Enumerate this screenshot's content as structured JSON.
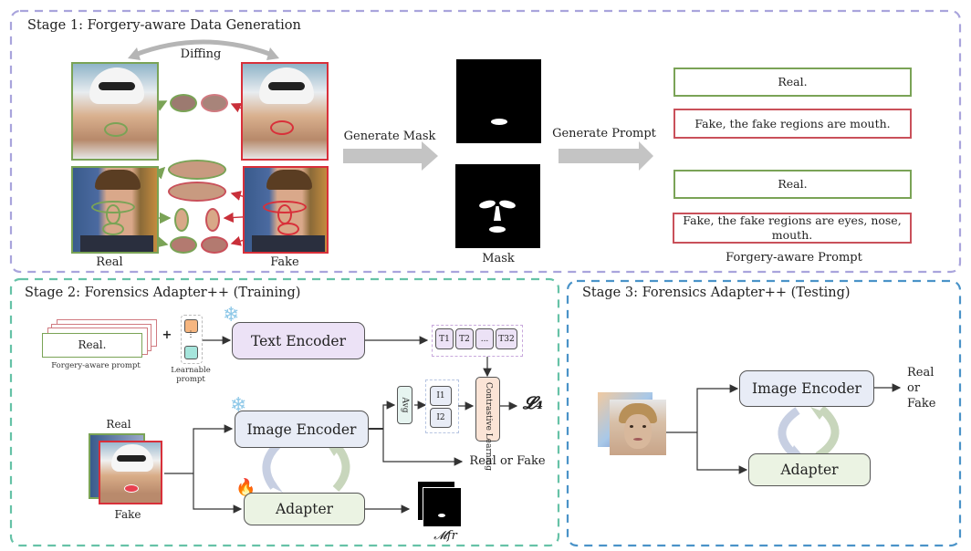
{
  "stage1": {
    "title": "Stage  1:  Forgery-aware  Data  Generation",
    "diffing_label": "Diffing",
    "real_label": "Real",
    "fake_label": "Fake",
    "generate_mask_label": "Generate  Mask",
    "mask_label": "Mask",
    "generate_prompt_label": "Generate  Prompt",
    "prompts": [
      {
        "text": "Real.",
        "type": "real"
      },
      {
        "text": "Fake,  the  fake  regions  are  mouth.",
        "type": "fake"
      },
      {
        "text": "Real.",
        "type": "real"
      },
      {
        "text": "Fake,  the  fake  regions  are  eyes,  nose,  mouth.",
        "type": "fake"
      }
    ],
    "prompt_caption": "Forgery-aware  Prompt"
  },
  "stage2": {
    "title": "Stage  2:  Forensics  Adapter++  (Training)",
    "prompt_card_text": "Real.",
    "prompt_card_caption": "Forgery-aware  prompt",
    "plus": "+",
    "learnable_caption_1": "Learnable",
    "learnable_caption_2": "prompt",
    "learnable_dots": "⋮",
    "text_encoder": "Text  Encoder",
    "tokens_t": [
      "T1",
      "T2",
      "...",
      "T32"
    ],
    "tokens_i": [
      "I1",
      "I2"
    ],
    "avg_label": "Avg",
    "contrastive_label": "Contrastive Learning",
    "loss_label": "𝓛₄",
    "image_encoder": "Image  Encoder",
    "adapter": "Adapter",
    "real_or_fake": "Real  or  Fake",
    "input_real_label": "Real",
    "input_fake_label": "Fake",
    "mask_output_label": "𝓜fr"
  },
  "stage3": {
    "title": "Stage  3:  Forensics  Adapter++  (Testing)",
    "image_encoder": "Image  Encoder",
    "adapter": "Adapter",
    "output_lines": [
      "Real",
      "or",
      "Fake"
    ]
  },
  "colors": {
    "stage1_border": "#a9a4dc",
    "stage2_border": "#66c2a7",
    "stage3_border": "#4a93c8",
    "real_green": "#7aa356",
    "fake_red": "#d8303a",
    "text_encoder_fill": "#ece2f6",
    "image_encoder_fill": "#e8ecf6",
    "adapter_fill": "#ebf3e3",
    "contrastive_fill": "#fbe4d6",
    "arrow_gray": "#c4c4c4"
  }
}
